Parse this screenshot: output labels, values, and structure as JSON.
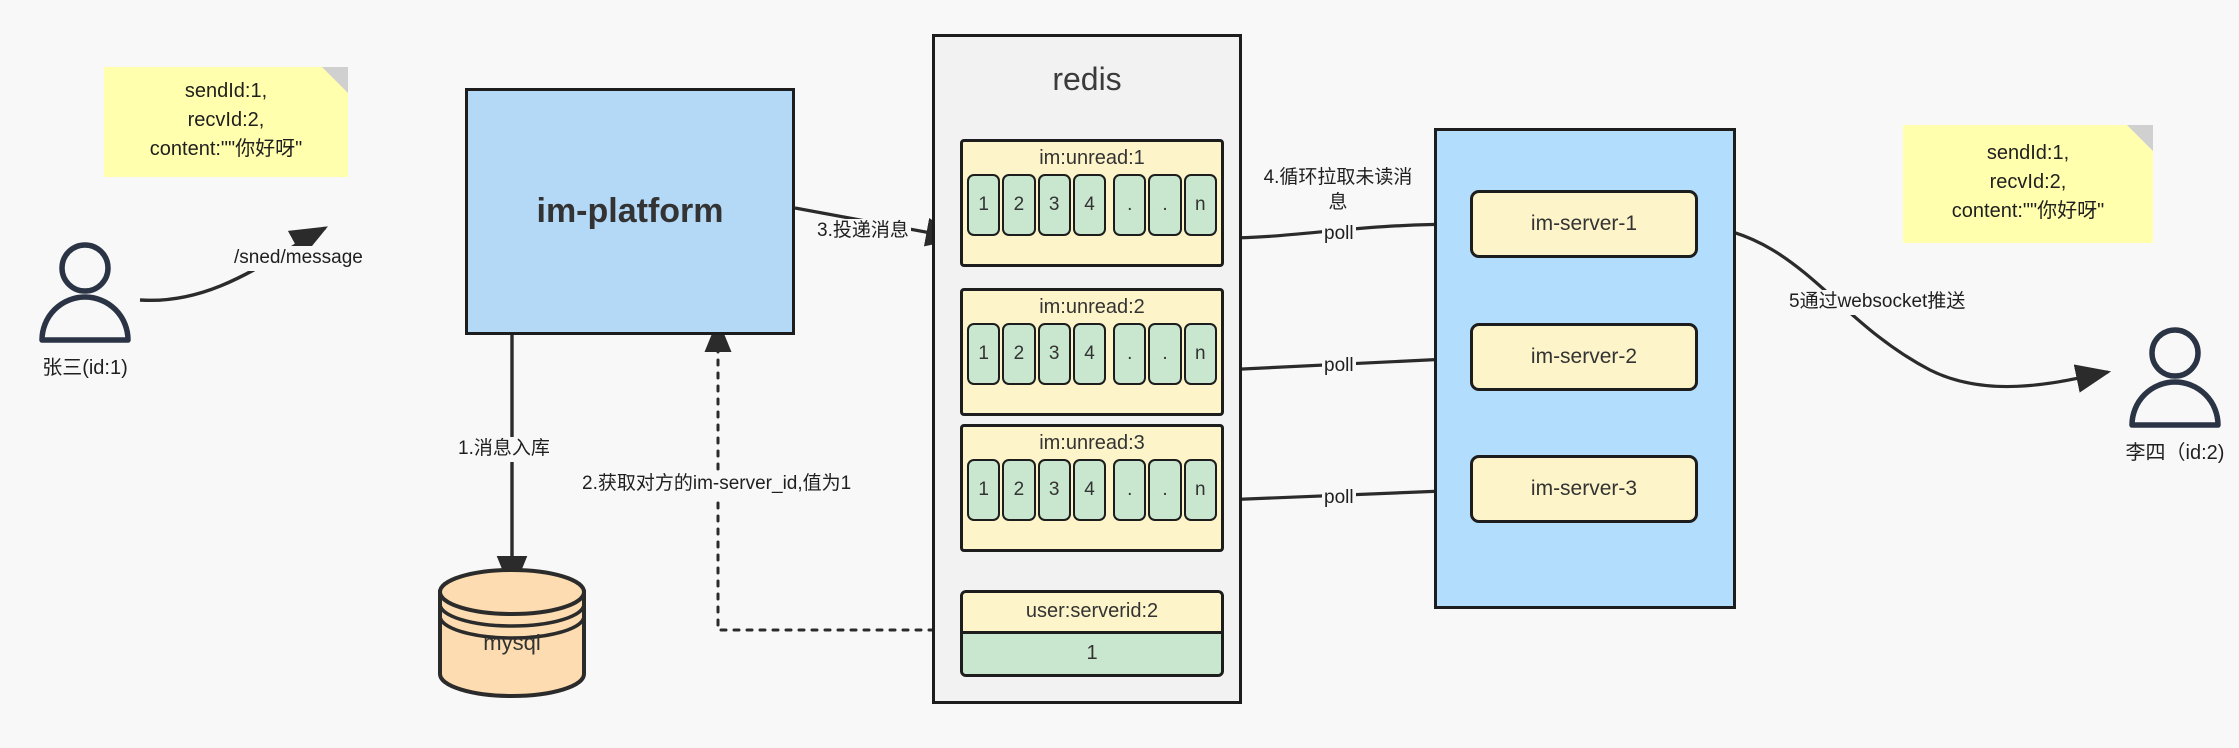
{
  "diagram": {
    "title": "IM message delivery architecture",
    "colors": {
      "note_yellow": "#ffffad",
      "box_blue": "#b3d9f7",
      "queue_yellow": "#fdf5c9",
      "cell_green": "#c9e7cf",
      "db_orange": "#fcdcb0",
      "stroke": "#1d1d1d",
      "background": "#f8f8f8"
    }
  },
  "notes": {
    "sender_note": "sendId:1,\nrecvId:2,\ncontent:\"\"你好呀\"",
    "receiver_note": "sendId:1,\nrecvId:2,\ncontent:\"\"你好呀\""
  },
  "actors": {
    "sender": {
      "name": "张三(id:1)",
      "icon": "user-icon"
    },
    "receiver": {
      "name": "李四（id:2)",
      "icon": "user-icon"
    }
  },
  "platform": {
    "label": "im-platform"
  },
  "database": {
    "label": "mysql",
    "icon": "database-cylinder-icon"
  },
  "redis": {
    "title": "redis",
    "queues": [
      {
        "key": "im:unread:1",
        "cells": [
          "1",
          "2",
          "3",
          "4",
          ".",
          ".",
          "n"
        ]
      },
      {
        "key": "im:unread:2",
        "cells": [
          "1",
          "2",
          "3",
          "4",
          ".",
          ".",
          "n"
        ]
      },
      {
        "key": "im:unread:3",
        "cells": [
          "1",
          "2",
          "3",
          "4",
          ".",
          ".",
          "n"
        ]
      }
    ],
    "kv": {
      "key": "user:serverid:2",
      "value": "1"
    }
  },
  "servers": {
    "items": [
      {
        "label": "im-server-1"
      },
      {
        "label": "im-server-2"
      },
      {
        "label": "im-server-3"
      }
    ]
  },
  "edges": {
    "send_message": "/sned/message",
    "step1": "1.消息入库",
    "step2": "2.获取对方的im-server_id,值为1",
    "step3": "3.投递消息",
    "step4": "4.循环拉取未读消\n息",
    "step5": "5通过websocket推送",
    "poll1": "poll",
    "poll2": "poll",
    "poll3": "poll"
  }
}
